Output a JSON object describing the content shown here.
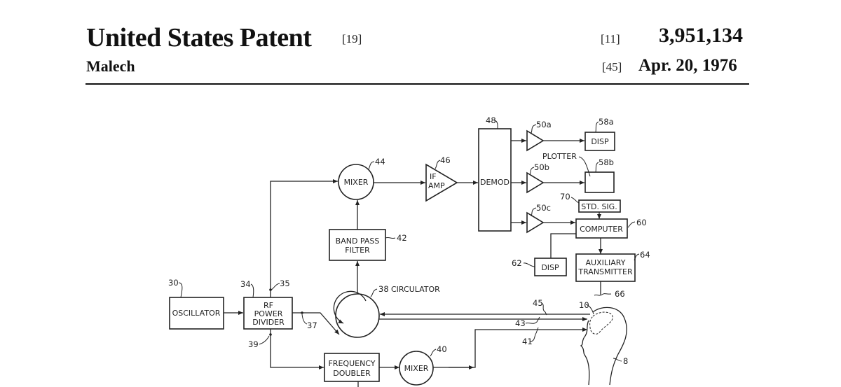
{
  "header": {
    "title": "United States Patent",
    "title_code": "[19]",
    "inventor": "Malech",
    "patent_number_code": "[11]",
    "patent_number": "3,951,134",
    "date_code": "[45]",
    "date": "Apr. 20, 1976"
  },
  "figure": {
    "blocks": {
      "oscillator": "OSCILLATOR",
      "rf_power_divider": [
        "RF",
        "POWER",
        "DIVIDER"
      ],
      "mixer_top": "MIXER",
      "band_pass_filter": [
        "BAND PASS",
        "FILTER"
      ],
      "if_amp": [
        "IF",
        "AMP"
      ],
      "demod": "DEMOD",
      "disp_a": "DISP",
      "plotter": "PLOTTER",
      "std_sig": "STD. SIG.",
      "computer": "COMPUTER",
      "disp_62": "DISP",
      "aux_transmitter": [
        "AUXILIARY",
        "TRANSMITTER"
      ],
      "circulator": "CIRCULATOR",
      "frequency_doubler": [
        "FREQUENCY",
        "DOUBLER"
      ],
      "mixer_bottom": "MIXER"
    },
    "refs": {
      "r30": "30",
      "r34": "34",
      "r35": "35",
      "r37": "37",
      "r39": "39",
      "r44": "44",
      "r42": "42",
      "r46": "46",
      "r48": "48",
      "r50a": "50a",
      "r50b": "50b",
      "r50c": "50c",
      "r58a": "58a",
      "r58b": "58b",
      "r70": "70",
      "r60": "60",
      "r62": "62",
      "r64": "64",
      "r66": "66",
      "r38": "38",
      "r40": "40",
      "r45": "45",
      "r43": "43",
      "r41": "41",
      "r10": "10",
      "r8": "8"
    }
  }
}
